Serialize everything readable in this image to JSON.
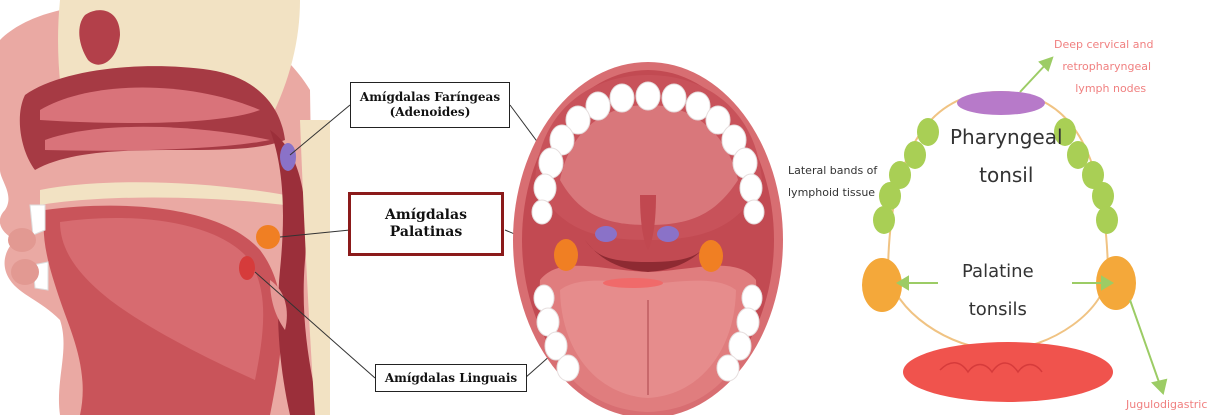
{
  "labels": {
    "pharyngeal_line1": "Amígdalas Faríngeas",
    "pharyngeal_line2": "(Adenoides)",
    "palatine_line1": "Amígdalas",
    "palatine_line2": "Palatinas",
    "lingual": "Amígdalas Linguais"
  },
  "ring": {
    "deep_line1": "Deep cervical and",
    "deep_line2": "retropharyngeal",
    "deep_line3": "lymph nodes",
    "lateral_line1": "Lateral bands of",
    "lateral_line2": "lymphoid tissue",
    "pharyngeal_line1": "Pharyngeal",
    "pharyngeal_line2": "tonsil",
    "palatine_line1": "Palatine",
    "palatine_line2": "tonsils",
    "jugulo": "Jugulodigastric"
  },
  "colors": {
    "tissue": "#c9545a",
    "tissue_light": "#e59a97",
    "tissue_dark": "#8e2a32",
    "bone": "#f1e3c4",
    "tooth": "#ffffff",
    "adenoid": "#8a72c8",
    "palatine": "#f07f23",
    "lingual": "#d63b3b",
    "ring_line": "#f0c383",
    "lymph_green": "#a9cf55",
    "arrow_green": "#9ccc65",
    "pink_text": "#f08080"
  }
}
